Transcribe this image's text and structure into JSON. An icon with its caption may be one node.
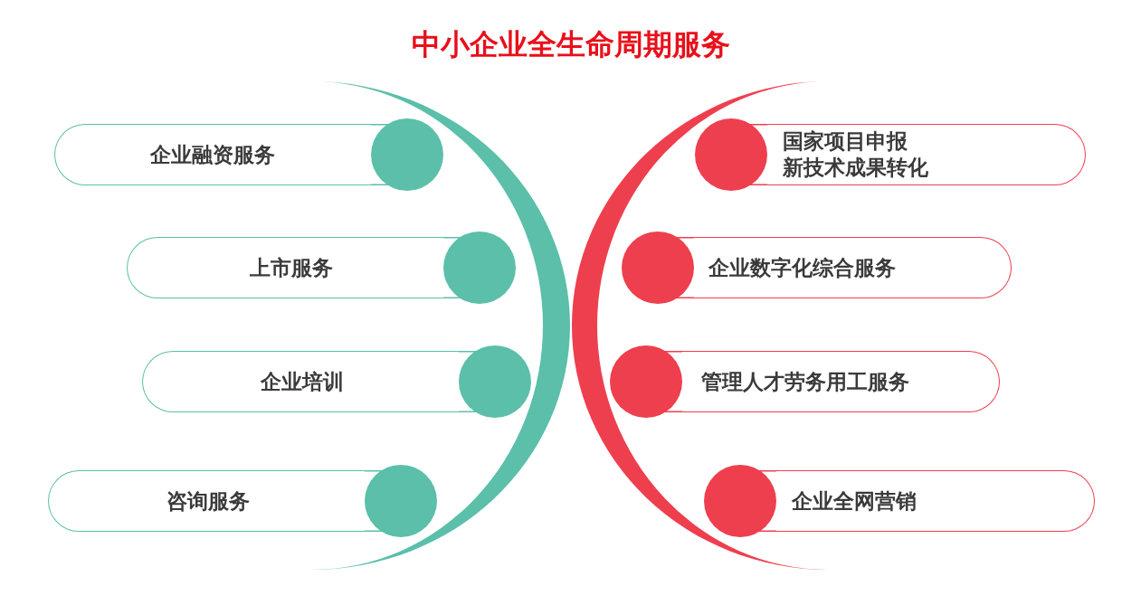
{
  "diagram": {
    "title": "中小企业全生命周期服务",
    "nodes": [
      {
        "text": [
          "企业融资服务"
        ]
      },
      {
        "text": [
          "上市服务"
        ]
      },
      {
        "text": [
          "企业培训"
        ]
      },
      {
        "text": [
          "咨询服务"
        ]
      },
      {
        "text": [
          "国家项目申报",
          "新技术成果转化"
        ]
      },
      {
        "text": [
          "企业数字化综合服务"
        ]
      },
      {
        "text": [
          "管理人才劳务用工服务"
        ]
      },
      {
        "text": [
          "企业全网营销"
        ]
      },
      {
        "text": [],
        "shape": "circle"
      },
      {
        "text": [],
        "shape": "circle"
      },
      {
        "text": [],
        "shape": "circle"
      },
      {
        "text": [],
        "shape": "circle"
      },
      {
        "text": [],
        "shape": "circle"
      },
      {
        "text": [],
        "shape": "circle"
      },
      {
        "text": [],
        "shape": "circle"
      },
      {
        "text": [],
        "shape": "circle"
      }
    ],
    "edges": []
  }
}
